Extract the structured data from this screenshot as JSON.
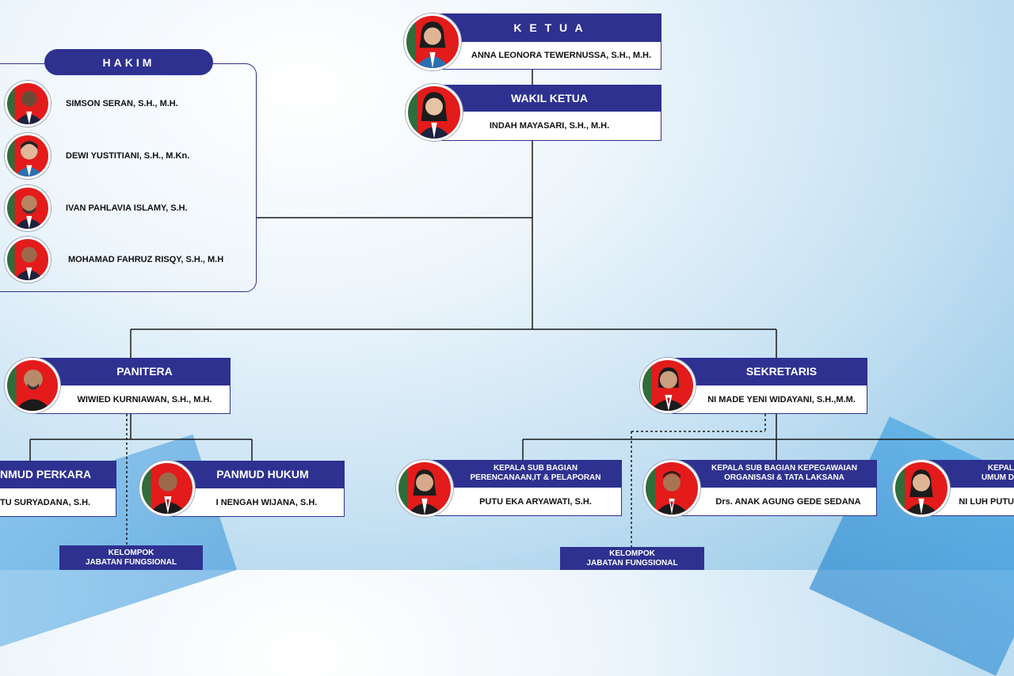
{
  "ketua": {
    "title": "K E T U A",
    "name": "ANNA LEONORA TEWERNUSSA, S.H., M.H."
  },
  "wakil": {
    "title": "WAKIL KETUA",
    "name": "INDAH MAYASARI, S.H., M.H."
  },
  "hakim": {
    "title": "HAKIM",
    "members": [
      "SIMSON SERAN, S.H., M.H.",
      "DEWI YUSTITIANI, S.H., M.Kn.",
      "IVAN PAHLAVIA ISLAMY, S.H.",
      "MOHAMAD FAHRUZ RISQY, S.H., M.H"
    ]
  },
  "panitera": {
    "title": "PANITERA",
    "name": "WIWIED KURNIAWAN, S.H., M.H."
  },
  "sekretaris": {
    "title": "SEKRETARIS",
    "name": "NI MADE YENI WIDAYANI, S.H.,M.M."
  },
  "panmud_perkara": {
    "title": "NMUD PERKARA",
    "name": "TU SURYADANA, S.H."
  },
  "panmud_hukum": {
    "title": "PANMUD HUKUM",
    "name": "I NENGAH WIJANA, S.H."
  },
  "kasub_perencanaan": {
    "title_line1": "KEPALA SUB BAGIAN",
    "title_line2": "PERENCANAAN,IT & PELAPORAN",
    "name": "PUTU EKA ARYAWATI, S.H."
  },
  "kasub_kepegawaian": {
    "title_line1": "KEPALA SUB BAGIAN KEPEGAWAIAN",
    "title_line2": "ORGANISASI & TATA LAKSANA",
    "name": "Drs. ANAK AGUNG GEDE SEDANA"
  },
  "kasub_umum": {
    "title_line1": "KEPAL",
    "title_line2": "UMUM D",
    "name": "NI LUH PUTU"
  },
  "kelompok_left": {
    "line1": "KELOMPOK",
    "line2": "JABATAN FUNGSIONAL"
  },
  "kelompok_right": {
    "line1": "KELOMPOK",
    "line2": "JABATAN FUNGSIONAL"
  },
  "colors": {
    "navy": "#2e3190",
    "red": "#e31b1b",
    "green": "#2f6d3a"
  }
}
